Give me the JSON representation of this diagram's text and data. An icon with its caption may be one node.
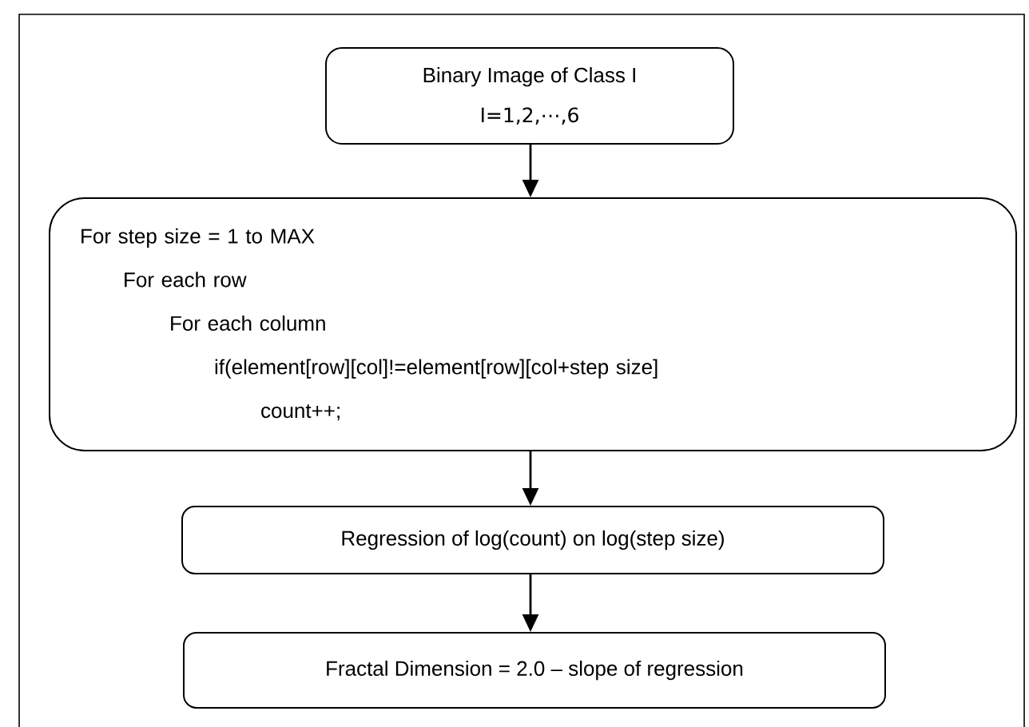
{
  "diagram": {
    "nodes": [
      {
        "text": [
          "Binary Image of Class I",
          "I=1,2,⋯,6"
        ]
      },
      {
        "text": [
          "For step size = 1 to MAX",
          "For each row",
          "For each column",
          "if(element[row][col]!=element[row][col+step size]",
          "count++;"
        ]
      },
      {
        "text": [
          "Regression of log(count) on log(step size)"
        ]
      },
      {
        "text": [
          "Fractal Dimension = 2.0 – slope of regression"
        ]
      }
    ],
    "edges": [
      {
        "from": 0,
        "to": 1,
        "arrow": "to"
      },
      {
        "from": 1,
        "to": 2,
        "arrow": "to"
      },
      {
        "from": 2,
        "to": 3,
        "arrow": "to"
      }
    ]
  }
}
